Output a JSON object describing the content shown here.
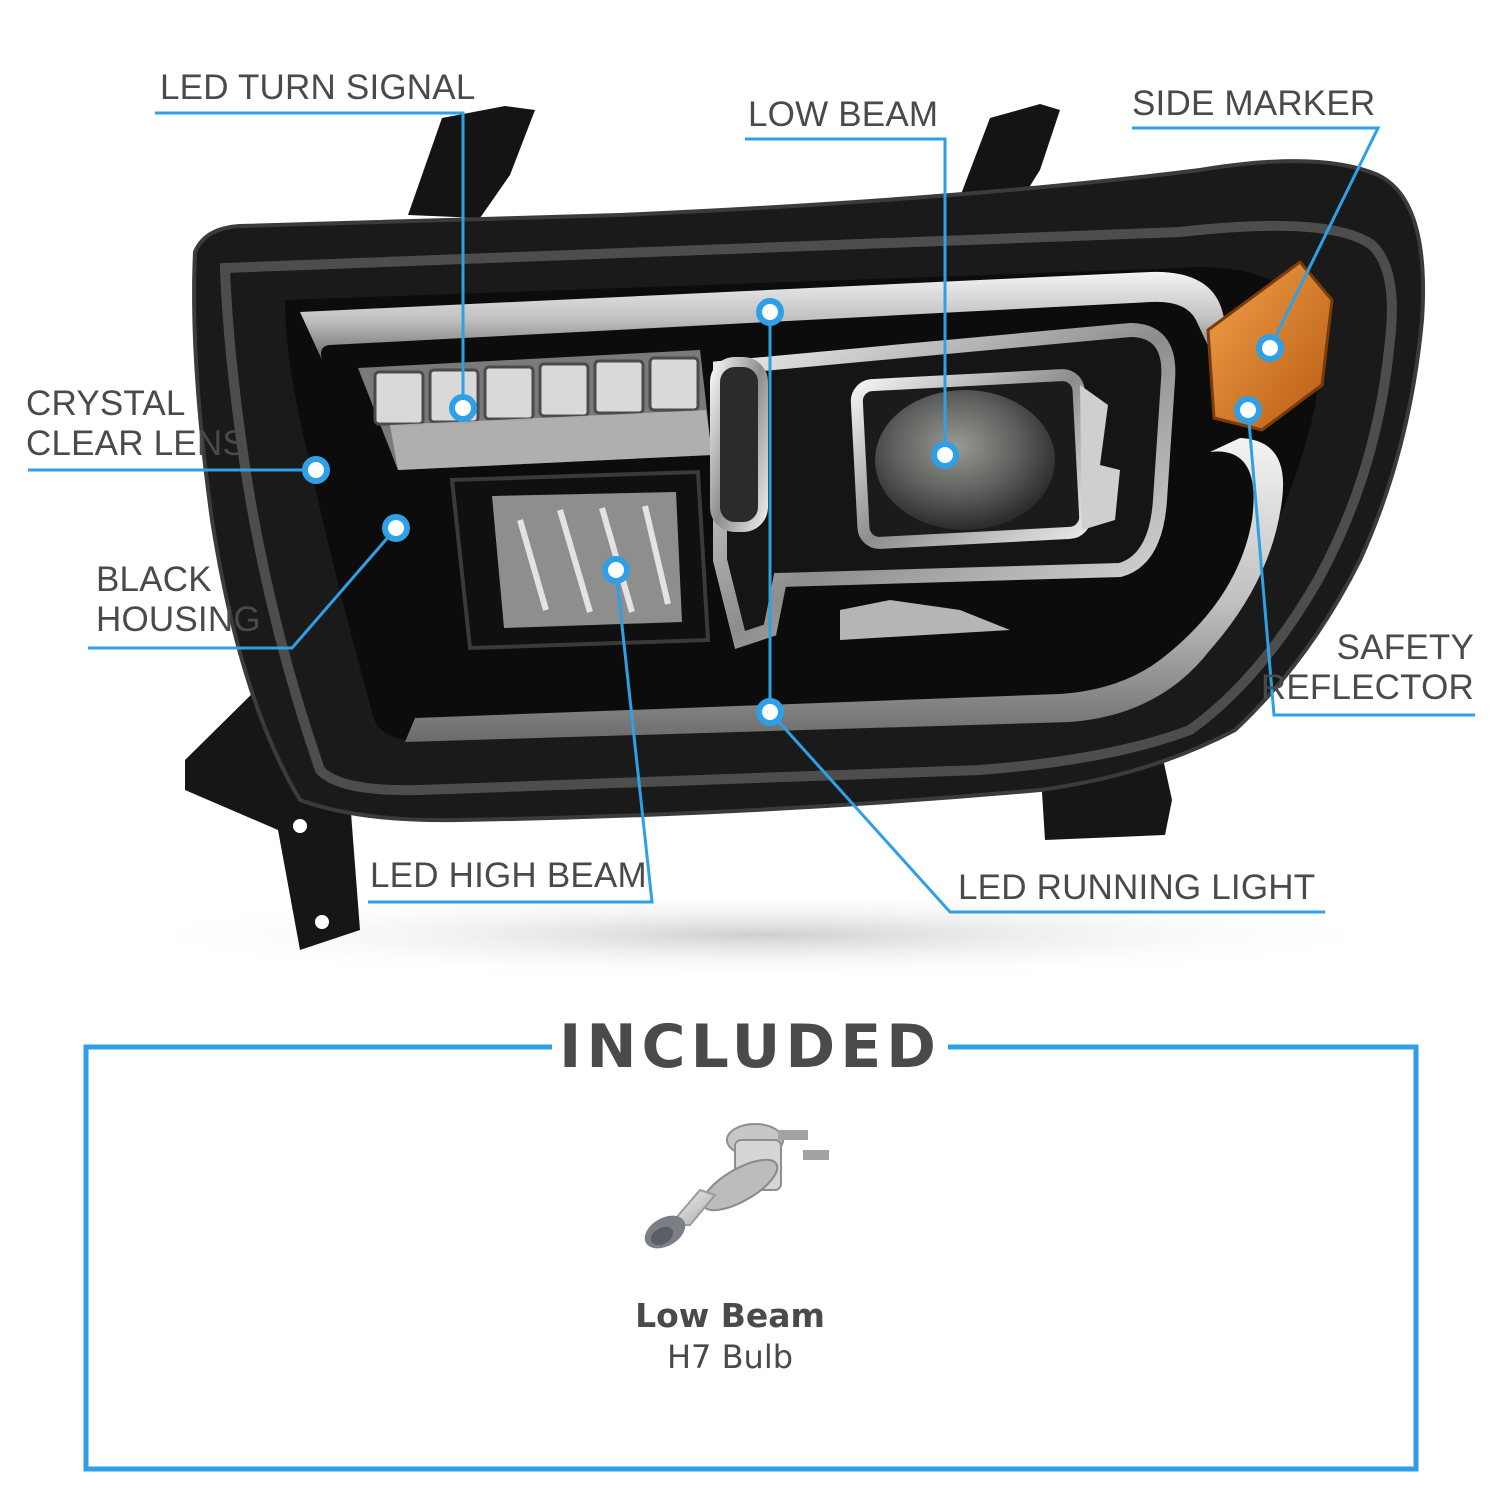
{
  "accent_color": "#2f9fe6",
  "callouts": {
    "led_turn_signal": "LED TURN SIGNAL",
    "low_beam": "LOW BEAM",
    "side_marker": "SIDE MARKER",
    "crystal_clear_lens": [
      "CRYSTAL",
      "CLEAR LENS"
    ],
    "black_housing": [
      "BLACK",
      "HOUSING"
    ],
    "safety_reflector": [
      "SAFETY",
      "REFLECTOR"
    ],
    "led_high_beam": "LED HIGH BEAM",
    "led_running_light": "LED RUNNING LIGHT"
  },
  "included": {
    "title": "INCLUDED",
    "item_name": "Low Beam",
    "item_type": "H7 Bulb"
  }
}
